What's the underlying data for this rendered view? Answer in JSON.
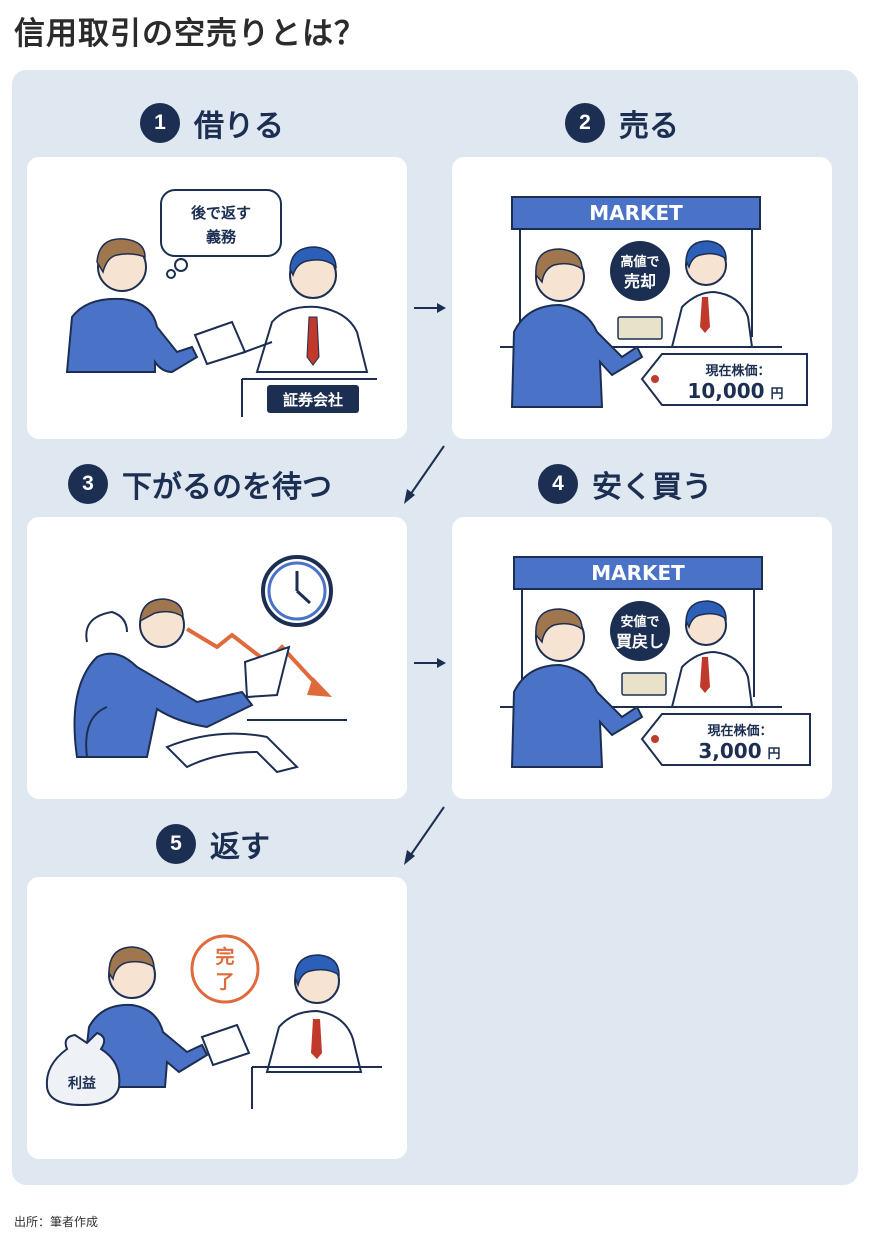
{
  "title": "信用取引の空売りとは？",
  "steps": [
    {
      "num": "1",
      "label": "借りる"
    },
    {
      "num": "2",
      "label": "売る"
    },
    {
      "num": "3",
      "label": "下がるのを待つ"
    },
    {
      "num": "4",
      "label": "安く買う"
    },
    {
      "num": "5",
      "label": "返す"
    }
  ],
  "card1": {
    "bubble_line1": "後で返す",
    "bubble_line2": "義務",
    "desk_sign": "証券会社"
  },
  "card2": {
    "market": "MARKET",
    "badge_line1": "高値で",
    "badge_line2": "売却",
    "price_label": "現在株価：",
    "price_value": "10,000",
    "price_unit": "円"
  },
  "card4": {
    "market": "MARKET",
    "badge_line1": "安値で",
    "badge_line2": "買戻し",
    "price_label": "現在株価：",
    "price_value": "3,000",
    "price_unit": "円"
  },
  "card5": {
    "stamp_line1": "完",
    "stamp_line2": "了",
    "bag_label": "利益"
  },
  "source": "出所：筆者作成",
  "colors": {
    "navy": "#1c2f52",
    "board": "#dfe8f1",
    "blue": "#4a72c7",
    "orange": "#e06a3c"
  }
}
